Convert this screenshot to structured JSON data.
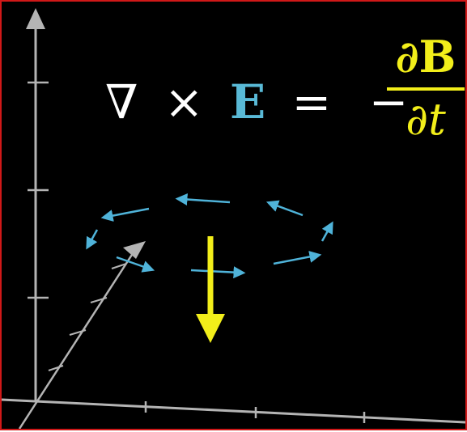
{
  "equation": {
    "nabla": "∇",
    "cross": "×",
    "field": "E",
    "equals": "=",
    "minus": "−",
    "numerator": "∂B",
    "denominator": "∂t"
  },
  "colors": {
    "background": "#000000",
    "border": "#d01818",
    "text": "#ffffff",
    "field": "#59b9d6",
    "flux": "#f2ee1a",
    "axis": "#b4b4b4",
    "loop_arrows": "#4fb3d9"
  }
}
